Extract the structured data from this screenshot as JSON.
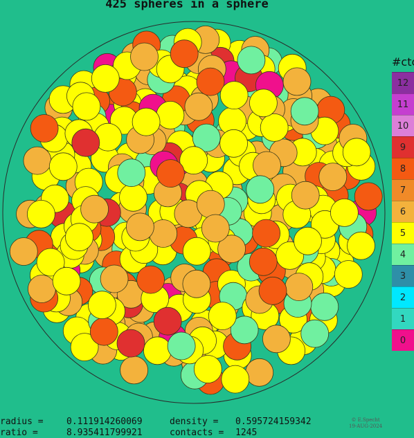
{
  "title": "425 spheres in a sphere",
  "legend": {
    "title": "#ctc",
    "items": [
      {
        "label": "12",
        "color": "#8b2fa0"
      },
      {
        "label": "11",
        "color": "#c53fd0"
      },
      {
        "label": "10",
        "color": "#dc7fd8"
      },
      {
        "label": "9",
        "color": "#e03030"
      },
      {
        "label": "8",
        "color": "#f45a12"
      },
      {
        "label": "7",
        "color": "#f08a28"
      },
      {
        "label": "6",
        "color": "#f3b23c"
      },
      {
        "label": "5",
        "color": "#ffff00"
      },
      {
        "label": "4",
        "color": "#70f0a0"
      },
      {
        "label": "3",
        "color": "#2e8fa8"
      },
      {
        "label": "2",
        "color": "#00e8ff"
      },
      {
        "label": "1",
        "color": "#32d8c0"
      },
      {
        "label": "0",
        "color": "#f0108c"
      }
    ]
  },
  "stats": {
    "radius_label": "radius =",
    "radius_value": "0.111914260069",
    "density_label": "density =",
    "density_value": "0.595724159342",
    "ratio_label": "ratio =",
    "ratio_value": "8.935411799921",
    "contacts_label": "contacts =",
    "contacts_value": "1245"
  },
  "credit": {
    "author": "© E.Specht",
    "date": "19-AUG-2024"
  },
  "colors": {
    "background": "#20be8c",
    "sphere_yellow": "#ffff00",
    "sphere_orange": "#f3b23c",
    "sphere_darkorange": "#f45a12",
    "sphere_green": "#70f0a0",
    "sphere_magenta": "#f0108c",
    "sphere_red": "#e03030"
  }
}
